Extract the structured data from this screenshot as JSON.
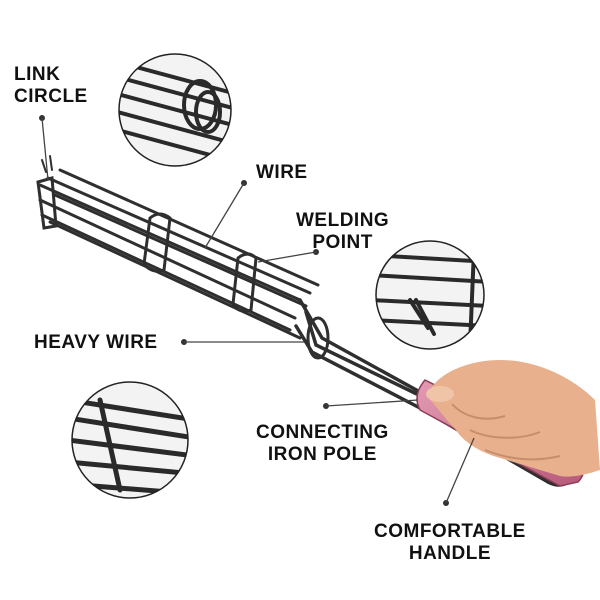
{
  "labels": {
    "link_circle": [
      "LINK",
      "CIRCLE"
    ],
    "wire": "WIRE",
    "welding_point": [
      "WELDING",
      "POINT"
    ],
    "heavy_wire": "HEAVY WIRE",
    "connecting_iron_pole": [
      "CONNECTING",
      "IRON POLE"
    ],
    "comfortable_handle": [
      "COMFORTABLE",
      "HANDLE"
    ]
  },
  "colors": {
    "wire": "#2f2f2f",
    "handle": "#c86f8c",
    "skin": "#e8b08c",
    "text": "#111111"
  }
}
